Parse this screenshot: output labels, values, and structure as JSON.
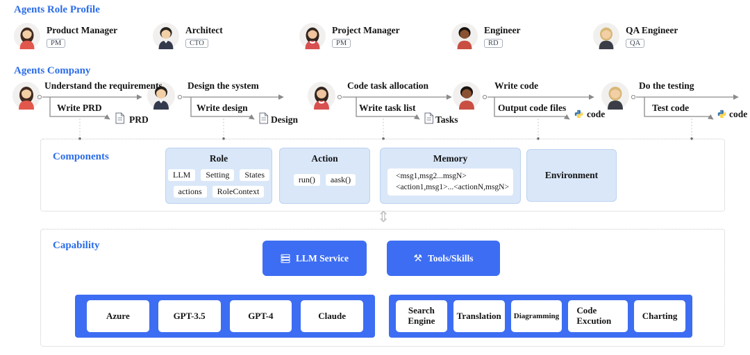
{
  "colors": {
    "heading_blue": "#2b6ce8",
    "button_blue": "#3d6df2",
    "card_blue": "#d9e7f9",
    "card_border_blue": "#bdd3ef"
  },
  "headings": {
    "role_profile": "Agents Role Profile",
    "company": "Agents Company"
  },
  "roles": [
    {
      "name": "Product Manager",
      "badge": "PM",
      "avatar": "woman-dark-hair-red-top"
    },
    {
      "name": "Architect",
      "badge": "CTO",
      "avatar": "man-dark-hair-suit"
    },
    {
      "name": "Project Manager",
      "badge": "PM",
      "avatar": "woman-dark-hair-red-top"
    },
    {
      "name": "Engineer",
      "badge": "RD",
      "avatar": "man-dark-skin-red-top"
    },
    {
      "name": "QA Engineer",
      "badge": "QA",
      "avatar": "person-blonde-hair-suit"
    }
  ],
  "workflow": [
    {
      "task": "Understand the requirements",
      "action": "Write PRD",
      "artifact": "PRD",
      "artifact_icon": "document-icon"
    },
    {
      "task": "Design the system",
      "action": "Write design",
      "artifact": "Design",
      "artifact_icon": "document-icon"
    },
    {
      "task": "Code task allocation",
      "action": "Write task list",
      "artifact": "Tasks",
      "artifact_icon": "document-icon"
    },
    {
      "task": "Write code",
      "action": "Output code files",
      "artifact": "code",
      "artifact_icon": "python-icon"
    },
    {
      "task": "Do the testing",
      "action": "Test code",
      "artifact": "code",
      "artifact_icon": "python-icon"
    }
  ],
  "components": {
    "label": "Components",
    "role_card": {
      "title": "Role",
      "chips_row1": [
        "LLM",
        "Setting",
        "States"
      ],
      "chips_row2": [
        "actions",
        "RoleContext"
      ]
    },
    "action_card": {
      "title": "Action",
      "chips": [
        "run()",
        "aask()"
      ]
    },
    "memory_card": {
      "title": "Memory",
      "lines": [
        "<msg1,msg2...msgN>",
        "<action1,msg1>...<actionN,msgN>"
      ]
    },
    "environment_card": {
      "title": "Environment"
    }
  },
  "capability": {
    "label": "Capability",
    "buttons": [
      {
        "label": "LLM Service",
        "icon": "server-icon"
      },
      {
        "label": "Tools/Skills",
        "icon": "hammer-wrench-icon"
      }
    ],
    "llm_providers": [
      "Azure",
      "GPT-3.5",
      "GPT-4",
      "Claude"
    ],
    "tools": [
      "Search Engine",
      "Translation",
      "Diagramming",
      "Code Excution",
      "Charting"
    ]
  },
  "icons": {
    "tools_glyph": "⚒",
    "exchange_glyph": "⇕"
  }
}
